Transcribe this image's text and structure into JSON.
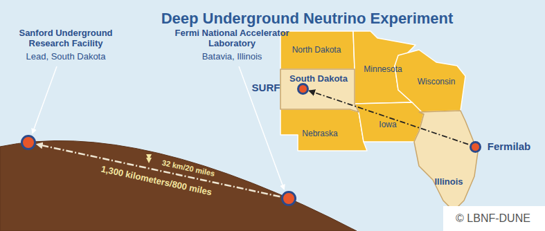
{
  "diagram": {
    "title": "Deep Underground Neutrino Experiment",
    "nodes": [
      {
        "text": [
          "Sanford Underground Research Facility",
          "Lead, South Dakota"
        ]
      },
      {
        "text": [
          "Fermi National Accelerator Laboratory",
          "Batavia, Illinois"
        ]
      },
      {
        "text": [
          "SURF"
        ]
      },
      {
        "text": [
          "Fermilab"
        ]
      }
    ],
    "edges": [
      {
        "from": 1,
        "to": 0,
        "arrow": "to",
        "label": "1,300 kilometers/800 miles"
      },
      {
        "from": 3,
        "to": 2,
        "arrow": "to"
      }
    ],
    "labels": [
      "32 km/20 miles",
      "North Dakota",
      "Minnesota",
      "South Dakota",
      "Wisconsin",
      "Nebraska",
      "Iowa",
      "Illinois",
      "© LBNF-DUNE"
    ]
  }
}
